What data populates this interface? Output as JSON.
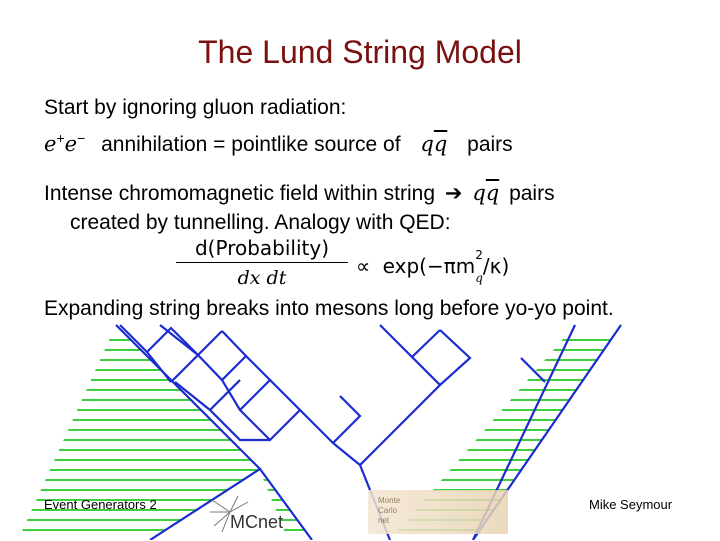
{
  "slide": {
    "title": "The Lund String Model",
    "line1": "Start by ignoring gluon radiation:",
    "line2_eplus": "e",
    "line2_sup_plus": "+",
    "line2_eminus": "e",
    "line2_sup_minus": "−",
    "line2_text": "annihilation = pointlike source of",
    "qqbar": "qq",
    "pairs": "pairs",
    "line3": "Intense chromomagnetic field within string",
    "arrow": "➔",
    "line4": "created by tunnelling.  Analogy with QED:",
    "formula": {
      "numerator": "d(Probability)",
      "denominator": "dx dt",
      "propto": "∝",
      "rhs": "exp(−πm",
      "rhs_sub": "q",
      "rhs_sup": "2",
      "rhs_end": "/κ)"
    },
    "line5": "Expanding string breaks into mesons long before yo-yo point."
  },
  "footer": {
    "left": "Event Generators 2",
    "right": "Mike Seymour",
    "logo_text": "MCnet",
    "logo2_text": "Monte Carlo net"
  },
  "colors": {
    "title": "#7a1010",
    "diagram_line": "#1a2bd0",
    "hatch": "#3ecf3e"
  }
}
